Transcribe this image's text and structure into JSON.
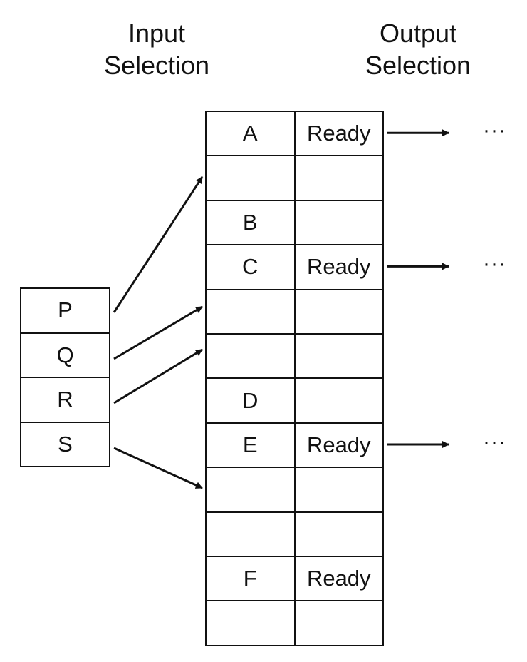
{
  "headings": {
    "input": [
      "Input",
      "Selection"
    ],
    "output": [
      "Output",
      "Selection"
    ]
  },
  "input_queue": [
    "P",
    "Q",
    "R",
    "S"
  ],
  "buffer": [
    {
      "label": "A",
      "status": "Ready"
    },
    {
      "label": "",
      "status": ""
    },
    {
      "label": "B",
      "status": ""
    },
    {
      "label": "C",
      "status": "Ready"
    },
    {
      "label": "",
      "status": ""
    },
    {
      "label": "",
      "status": ""
    },
    {
      "label": "D",
      "status": ""
    },
    {
      "label": "E",
      "status": "Ready"
    },
    {
      "label": "",
      "status": ""
    },
    {
      "label": "",
      "status": ""
    },
    {
      "label": "F",
      "status": "Ready"
    },
    {
      "label": "",
      "status": ""
    }
  ],
  "input_edges": [
    {
      "from": "P",
      "to_slot": 1
    },
    {
      "from": "Q",
      "to_slot": 4
    },
    {
      "from": "R",
      "to_slot": 5
    },
    {
      "from": "S",
      "to_slot": 8
    }
  ],
  "output_edges": [
    {
      "from_slot": 0,
      "continuation": "···"
    },
    {
      "from_slot": 3,
      "continuation": "···"
    },
    {
      "from_slot": 7,
      "continuation": "···"
    }
  ],
  "colors": {
    "stroke": "#111111",
    "background": "#ffffff"
  }
}
